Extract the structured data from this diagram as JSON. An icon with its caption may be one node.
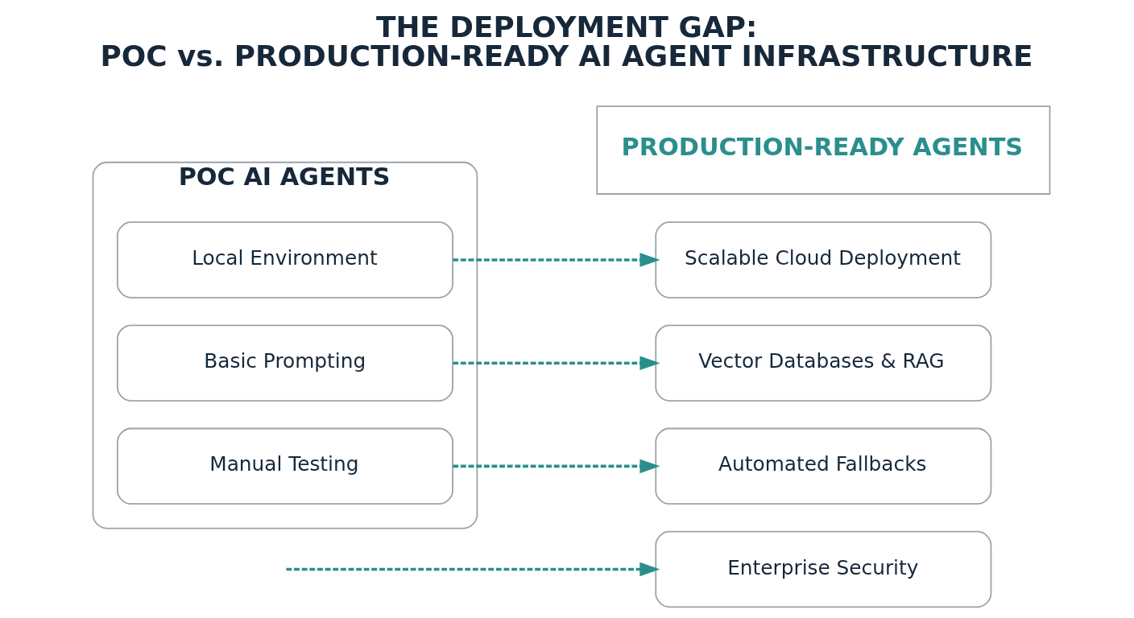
{
  "diagram": {
    "title": "THE DEPLOYMENT GAP: POC vs. PRODUCTION-READY AI AGENT INFRASTRUCTURE",
    "nodes": [
      {
        "text": [
          "POC AI AGENTS"
        ]
      },
      {
        "text": [
          "Local Environment"
        ],
        "in": 0
      },
      {
        "text": [
          "Basic Prompting"
        ],
        "in": 0
      },
      {
        "text": [
          "Manual Testing"
        ],
        "in": 0
      },
      {
        "text": [
          "PRODUCTION-READY AGENTS"
        ]
      },
      {
        "text": [
          "Scalable Cloud Deployment"
        ]
      },
      {
        "text": [
          "Vector Databases & RAG"
        ]
      },
      {
        "text": [
          "Automated Fallbacks"
        ]
      },
      {
        "text": [
          "Enterprise Security"
        ]
      }
    ],
    "edges": [
      {
        "from": 1,
        "to": 5,
        "arrow": "to",
        "style": "dashed"
      },
      {
        "from": 2,
        "to": 6,
        "arrow": "to",
        "style": "dashed"
      },
      {
        "from": 3,
        "to": 7,
        "arrow": "to",
        "style": "dashed"
      },
      {
        "from": null,
        "to": 8,
        "arrow": "to",
        "style": "dashed"
      }
    ]
  }
}
